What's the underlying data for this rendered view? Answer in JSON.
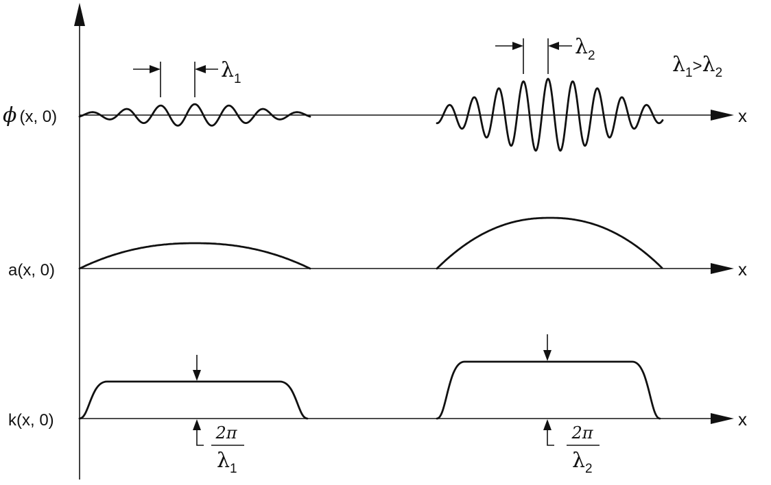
{
  "rows": [
    {
      "id": "phi",
      "label": "(x, 0)",
      "label_symbol": "ϕ",
      "axis_label": "x"
    },
    {
      "id": "a",
      "label": "a(x, 0)",
      "axis_label": "x"
    },
    {
      "id": "k",
      "label": "k(x, 0)",
      "axis_label": "x"
    }
  ],
  "annotations": {
    "lambda1": {
      "symbol": "λ",
      "sub": "1"
    },
    "lambda2": {
      "symbol": "λ",
      "sub": "2"
    },
    "relation": {
      "left": "λ",
      "left_sub": "1",
      "op": ">",
      "right": "λ",
      "right_sub": "2"
    },
    "k_level1": {
      "numerator": "2π",
      "denominator": "λ",
      "denominator_sub": "1"
    },
    "k_level2": {
      "numerator": "2π",
      "denominator": "λ",
      "denominator_sub": "2"
    }
  },
  "packets": [
    {
      "name": "packet-1",
      "relative_amplitude": 0.55,
      "relative_wavenumber": 0.74
    },
    {
      "name": "packet-2",
      "relative_amplitude": 1.0,
      "relative_wavenumber": 1.0
    }
  ],
  "colors": {
    "ink": "#111111",
    "background": "#ffffff"
  }
}
